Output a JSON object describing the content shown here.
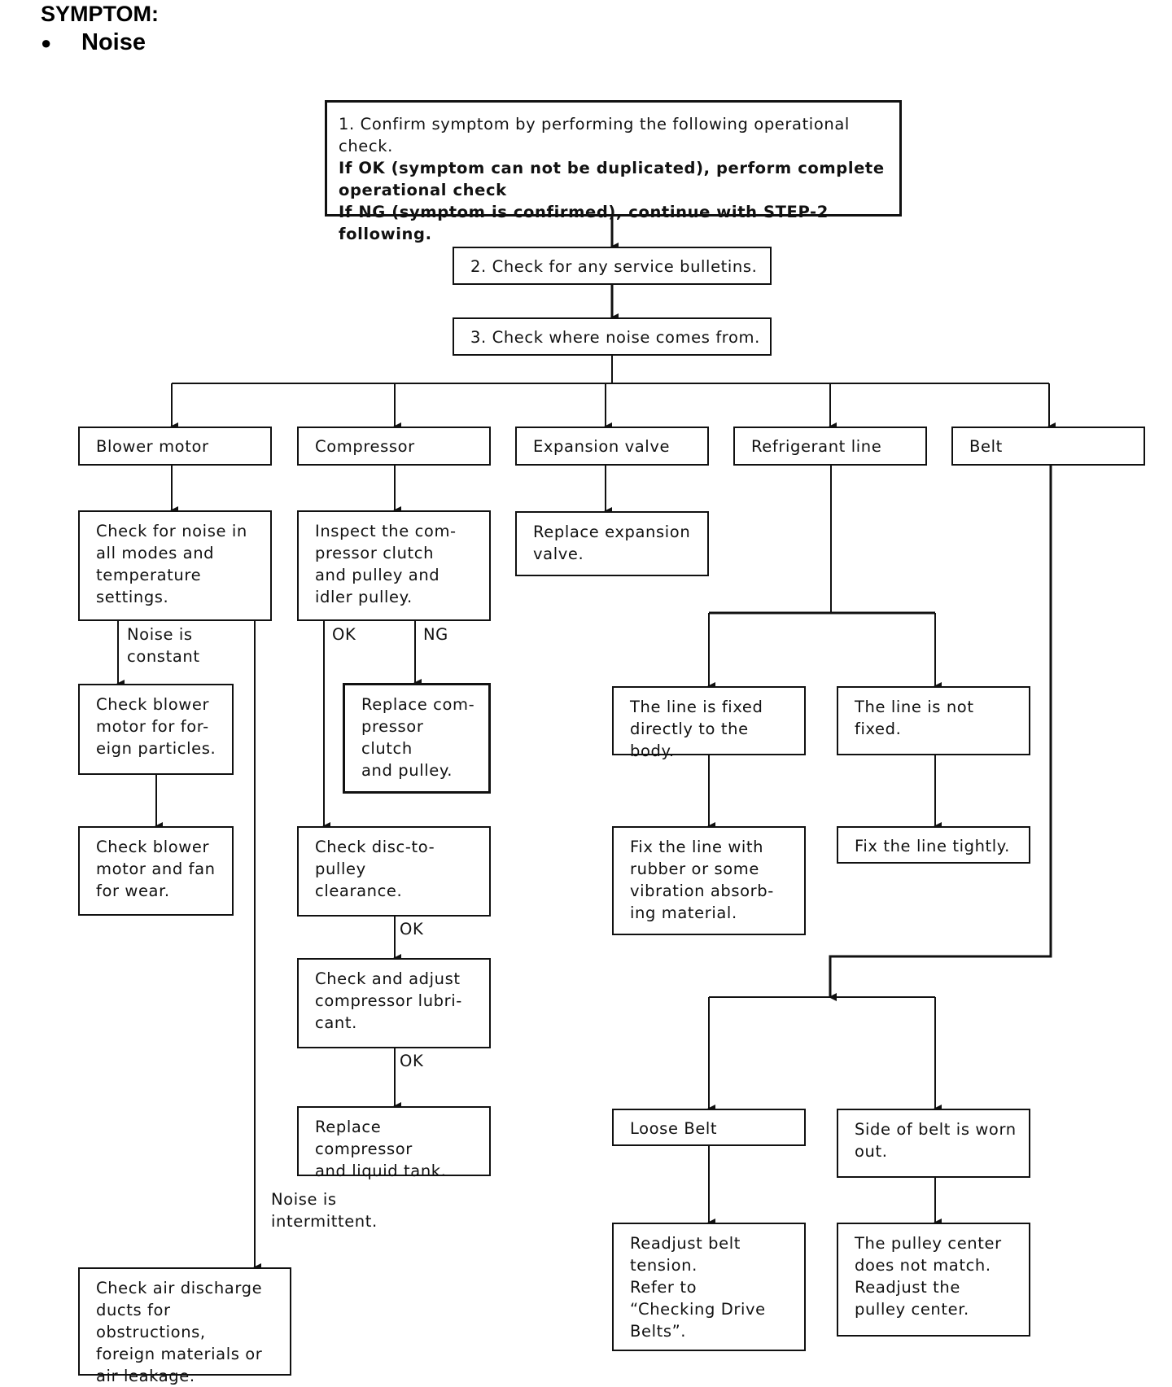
{
  "header": {
    "symptom_label": "SYMPTOM:",
    "bullet": "●",
    "symptom_name": "Noise"
  },
  "nodes": {
    "step1": {
      "line1": "1. Confirm symptom by performing the following operational check.",
      "line2": "If OK (symptom can not be duplicated), perform complete",
      "line3": "operational check",
      "line4": "If NG (symptom is confirmed), continue with STEP-2 following."
    },
    "step2": "2. Check for any service bulletins.",
    "step3": "3. Check where noise comes from.",
    "blower_motor": "Blower motor",
    "compressor": "Compressor",
    "expansion_valve": "Expansion valve",
    "refrigerant_line": "Refrigerant line",
    "belt": "Belt",
    "blower_check_modes": "Check for noise in\nall modes and\ntemperature\nsettings.",
    "blower_foreign": "Check blower\nmotor for for-\neign particles.",
    "blower_wear": "Check blower\nmotor and fan\nfor wear.",
    "air_discharge": "Check air discharge\nducts for obstructions,\nforeign materials or\nair leakage.",
    "comp_inspect": "Inspect the com-\npressor clutch\nand pulley and\nidler pulley.",
    "comp_replace_clutch": "Replace com-\npressor clutch\nand pulley.",
    "comp_disc_clearance": "Check disc-to-pulley\nclearance.",
    "comp_lubricant": "Check and adjust\ncompressor lubri-\ncant.",
    "comp_replace": "Replace compressor\nand liquid tank.",
    "exp_replace": "Replace expansion\nvalve.",
    "line_fixed": "The line is fixed\ndirectly to the body.",
    "line_not_fixed": "The line is not\nfixed.",
    "line_fix_rubber": "Fix the line with\nrubber or some\nvibration absorb-\ning material.",
    "line_fix_tight": "Fix the line tightly.",
    "loose_belt": "Loose Belt",
    "belt_side_worn": "Side of belt is worn\nout.",
    "belt_readjust_tension": "Readjust belt\ntension.\nRefer to\n“Checking Drive\nBelts”.",
    "belt_pulley_center": "The pulley center\ndoes not match.\nReadjust the\npulley center."
  },
  "labels": {
    "noise_constant": "Noise is\nconstant",
    "noise_intermittent": "Noise is\nintermittent.",
    "ok_1": "OK",
    "ng_1": "NG",
    "ok_2": "OK",
    "ok_3": "OK"
  }
}
